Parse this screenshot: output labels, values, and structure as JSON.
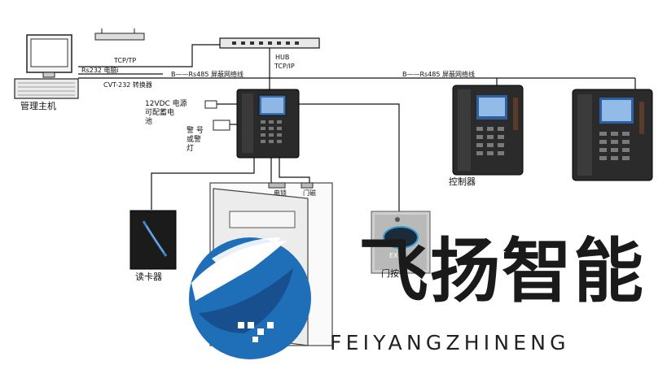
{
  "labels": {
    "computer": "管理主机",
    "tcp_tp": "TCP/TP",
    "rs232": "Rs232 电脑i",
    "cvt232": "CVT-232 转换器",
    "hub": "HUB",
    "tcp_ip": "TCP/IP",
    "rs485_left": "B——Rs485 屏蔽网络线",
    "rs485_right": "B——Rs485 屏蔽网络线",
    "power_1": "12VDC 电源",
    "power_2": "可配蓄电",
    "power_3": "池",
    "alarm_1": "警 号",
    "alarm_2": "或警",
    "alarm_3": "灯",
    "lock": "电锁",
    "door_sensor": "门磁",
    "controller": "控制器",
    "reader": "读卡器",
    "exit_button": "门按钮",
    "exit_text": "EXIT"
  },
  "brand": {
    "name_cn": "飞扬智能",
    "name_en": "FEIYANGZHINENG",
    "logo_blue": "#1e6fb8",
    "logo_dark_blue": "#184f8f"
  }
}
